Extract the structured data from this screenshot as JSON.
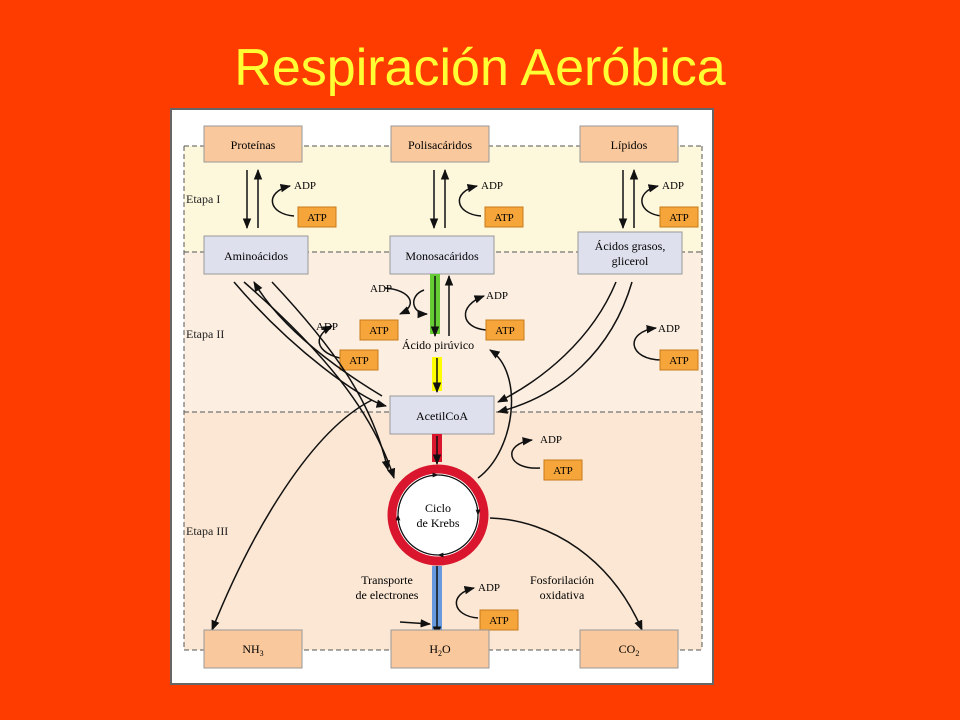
{
  "title": "Respiración Aeróbica",
  "colors": {
    "background": "#ff3c00",
    "title": "#ffff33",
    "stage1": "#fdf7dc",
    "stage2": "#fcefe2",
    "stage3": "#fbe7d3",
    "top_box": "#f9c89c",
    "mid_box": "#dfe0ee",
    "atp_box": "#f6a53a",
    "krebs": "#d9162e",
    "green": "#66cc33",
    "yellow": "#ffff00",
    "blue": "#6699dd"
  },
  "stages": {
    "stage1": "Etapa I",
    "stage2": "Etapa II",
    "stage3": "Etapa III"
  },
  "nodes": {
    "proteins": "Proteínas",
    "polysaccharides": "Polisacáridos",
    "lipids": "Lípidos",
    "amino_acids": "Aminoácidos",
    "monosaccharides": "Monosacáridos",
    "fatty_acids_line1": "Ácidos grasos,",
    "fatty_acids_line2": "glicerol",
    "pyruvic": "Ácido pirúvico",
    "acetylcoa": "AcetilCoA",
    "krebs_line1": "Ciclo",
    "krebs_line2": "de Krebs",
    "transport_line1": "Transporte",
    "transport_line2": "de electrones",
    "phosphorylation_line1": "Fosforilación",
    "phosphorylation_line2": "oxidativa",
    "nh3_main": "NH",
    "nh3_sub": "3",
    "h2o_main_h": "H",
    "h2o_sub": "2",
    "h2o_main_o": "O",
    "co2_main": "CO",
    "co2_sub": "2"
  },
  "energy": {
    "adp": "ADP",
    "atp": "ATP"
  }
}
